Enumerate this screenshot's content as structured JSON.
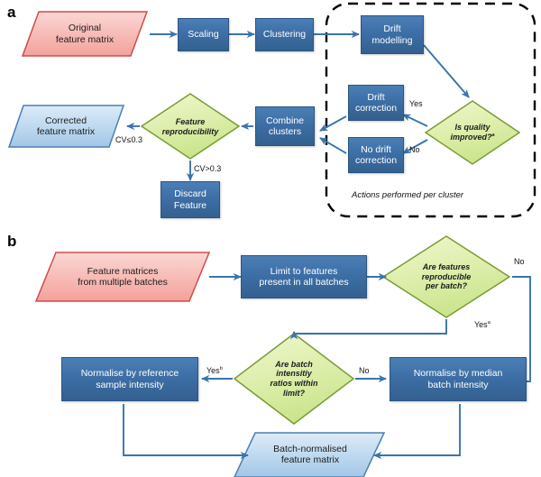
{
  "figure": {
    "panels": [
      {
        "letter": "a"
      },
      {
        "letter": "b"
      }
    ]
  },
  "colors": {
    "process_fill": "#3c6da4",
    "process_border": "#2a5584",
    "process_text": "#ffffff",
    "decision_fill": "#d7e9a3",
    "decision_fill_light": "#eef5c8",
    "decision_border": "#7a9b33",
    "input_fill": "#f6b3ae",
    "input_fill_light": "#fbd8d4",
    "input_border": "#d24b4b",
    "output_fill": "#aecce8",
    "output_fill_light": "#d6e6f5",
    "output_border": "#4a7fb5",
    "arrow": "#3a74ad",
    "dashed_box": "#000000",
    "background": "#ffffff"
  },
  "panel_a": {
    "letter": "a",
    "nodes": {
      "original_matrix": {
        "label_line1": "Original",
        "label_line2": "feature matrix",
        "shape": "parallelogram",
        "role": "input"
      },
      "scaling": {
        "label": "Scaling",
        "shape": "rectangle",
        "role": "process"
      },
      "clustering": {
        "label": "Clustering",
        "shape": "rectangle",
        "role": "process"
      },
      "drift_modelling": {
        "label_line1": "Drift",
        "label_line2": "modelling",
        "shape": "rectangle",
        "role": "process"
      },
      "is_quality_improved": {
        "label_line1": "Is quality",
        "label_line2": "improved?",
        "superscript": "a",
        "shape": "diamond",
        "role": "decision"
      },
      "drift_correction": {
        "label_line1": "Drift",
        "label_line2": "correction",
        "shape": "rectangle",
        "role": "process"
      },
      "no_drift_correction": {
        "label_line1": "No drift",
        "label_line2": "correction",
        "shape": "rectangle",
        "role": "process"
      },
      "combine_clusters": {
        "label_line1": "Combine",
        "label_line2": "clusters",
        "shape": "rectangle",
        "role": "process"
      },
      "feature_reproducibility": {
        "label_line1": "Feature",
        "label_line2": "reproducibility",
        "shape": "diamond",
        "role": "decision"
      },
      "corrected_matrix": {
        "label_line1": "Corrected",
        "label_line2": "feature matrix",
        "shape": "parallelogram",
        "role": "output"
      },
      "discard_feature": {
        "label_line1": "Discard",
        "label_line2": "Feature",
        "shape": "rectangle",
        "role": "process"
      }
    },
    "edge_labels": {
      "yes": "Yes",
      "no": "No",
      "cv_le": "CV≤0.3",
      "cv_gt": "CV>0.3"
    },
    "annotation": "Actions performed per cluster"
  },
  "panel_b": {
    "letter": "b",
    "nodes": {
      "feature_matrices": {
        "label_line1": "Feature matrices",
        "label_line2": "from multiple batches",
        "shape": "parallelogram",
        "role": "input"
      },
      "limit_features": {
        "label_line1": "Limit to features",
        "label_line2": "present in all batches",
        "shape": "rectangle",
        "role": "process"
      },
      "features_reproducible": {
        "label_line1": "Are features",
        "label_line2": "reproducible",
        "label_line3": "per batch?",
        "shape": "diamond",
        "role": "decision"
      },
      "batch_ratios": {
        "label_line1": "Are batch",
        "label_line2": "intensitiy",
        "label_line3": "ratios within",
        "label_line4": "limit?",
        "shape": "diamond",
        "role": "decision"
      },
      "normalise_reference": {
        "label_line1": "Normalise by reference",
        "label_line2": "sample intensity",
        "shape": "rectangle",
        "role": "process"
      },
      "normalise_median": {
        "label_line1": "Normalise by median",
        "label_line2": "batch intensity",
        "shape": "rectangle",
        "role": "process"
      },
      "batch_normalised_matrix": {
        "label_line1": "Batch-normalised",
        "label_line2": "feature matrix",
        "shape": "parallelogram",
        "role": "output"
      }
    },
    "edge_labels": {
      "no_top": "No",
      "yes_a": "Yes",
      "yes_a_sup": "a",
      "yes_b": "Yes",
      "yes_b_sup": "b",
      "no_mid": "No"
    }
  }
}
